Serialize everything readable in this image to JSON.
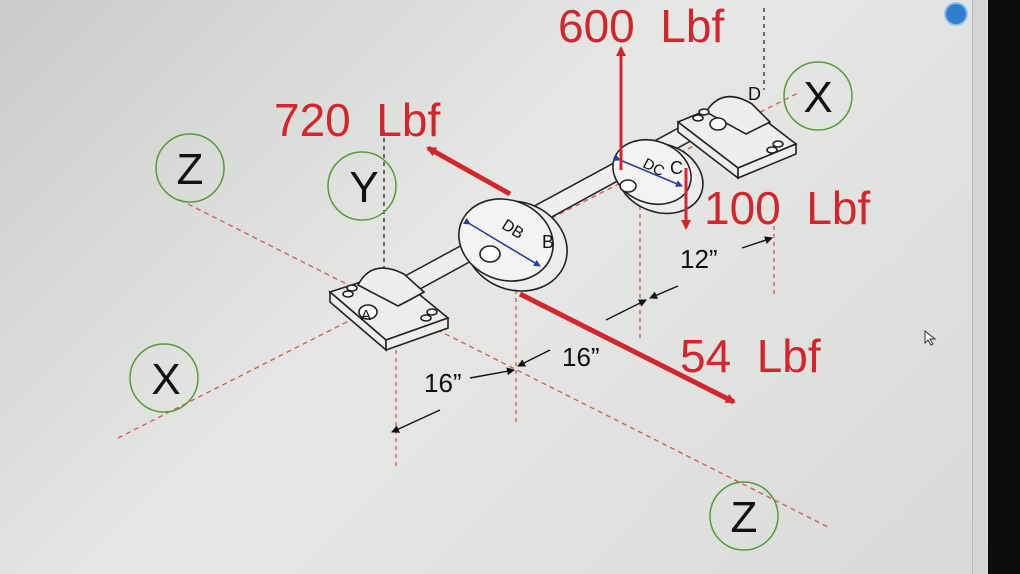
{
  "colors": {
    "force": "#d3262c",
    "axis_line": "#d05a55",
    "axis_circle": "#5a9a3a",
    "dimension": "#2b3f9a",
    "part": "#ededed",
    "text": "#111111"
  },
  "forces": {
    "f600": "600  Lbf",
    "f720": "720  Lbf",
    "f100": "100  Lbf",
    "f54": "54  Lbf"
  },
  "axes": {
    "z_left": "Z",
    "y": "Y",
    "x_left": "X",
    "x_right": "X",
    "z_bottom": "Z"
  },
  "dimensions": {
    "d1": "16”",
    "d2": "16”",
    "d3": "12”"
  },
  "points": {
    "a": "A",
    "b": "B",
    "c": "C",
    "d": "D"
  },
  "diameters": {
    "db": "DB",
    "dc": "DC"
  },
  "icons": {
    "app": "app-icon",
    "cursor": "mouse-pointer-icon"
  }
}
